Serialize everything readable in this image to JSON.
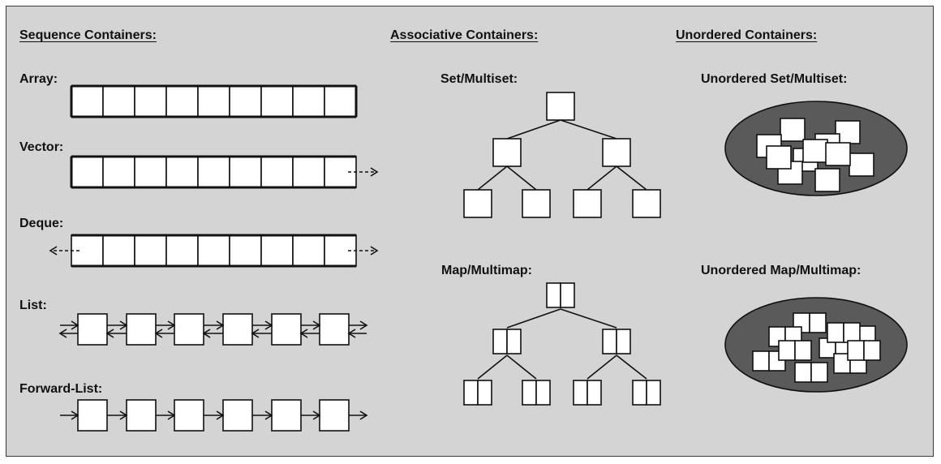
{
  "headings": {
    "sequence": "Sequence Containers:",
    "associative": "Associative Containers:",
    "unordered": "Unordered Containers:"
  },
  "labels": {
    "array": "Array:",
    "vector": "Vector:",
    "deque": "Deque:",
    "list": "List:",
    "forward_list": "Forward-List:",
    "set_multiset": "Set/Multiset:",
    "map_multimap": "Map/Multimap:",
    "unordered_set_multiset": "Unordered Set/Multiset:",
    "unordered_map_multimap": "Unordered Map/Multimap:"
  },
  "structure": {
    "array_cells": 9,
    "vector_cells": 9,
    "deque_cells": 9,
    "list_nodes": 6,
    "forward_list_nodes": 6,
    "tree_levels": 3,
    "unordered_set_items": 11,
    "unordered_map_items": 10
  },
  "colors": {
    "panel": "#d4d4d4",
    "ellipse": "#5a5a5a",
    "stroke": "#111111",
    "box": "#ffffff"
  }
}
